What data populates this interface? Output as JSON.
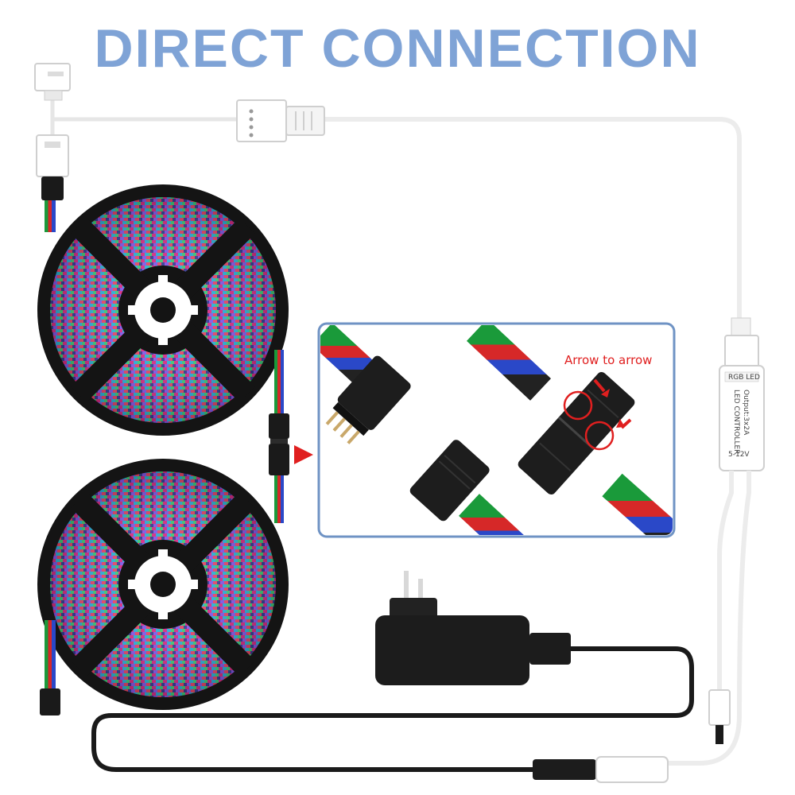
{
  "title": "DIRECT CONNECTION",
  "inset": {
    "annotation": "Arrow to arrow"
  },
  "controller": {
    "top_label": "RGB LED",
    "name": "LED CONTROLLER",
    "output": "Output:3x2A",
    "voltage": "5-12V"
  },
  "colors": {
    "title": "#7fa3d6",
    "inset_border": "#6f93c4",
    "annotation": "#e01f1f",
    "reel": "#141414",
    "cable": "#f2f2f2"
  }
}
